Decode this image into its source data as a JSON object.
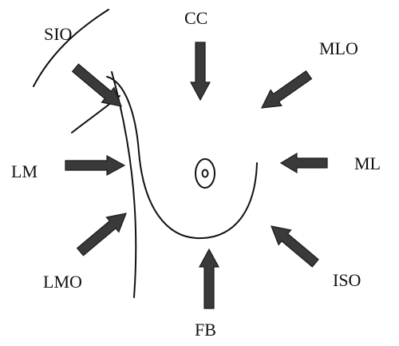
{
  "views": {
    "cc": "CC",
    "mlo": "MLO",
    "ml": "ML",
    "iso": "ISO",
    "fb": "FB",
    "lmo": "LMO",
    "lm": "LM",
    "sio": "SIO"
  },
  "colors": {
    "arrow_fill": "#3a3a3a",
    "line": "#111111",
    "background": "#ffffff"
  }
}
